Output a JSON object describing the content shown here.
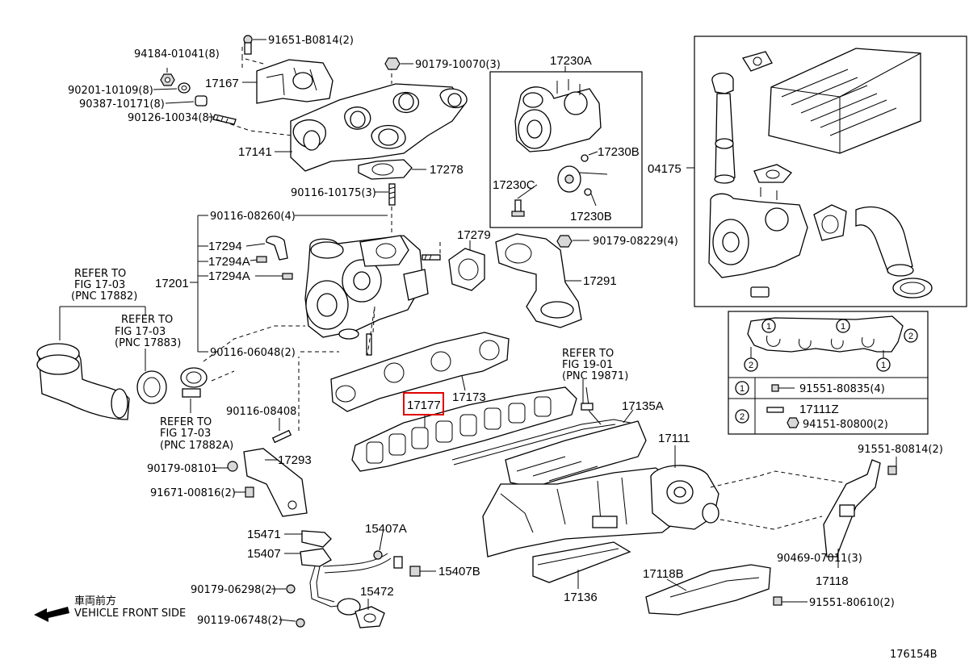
{
  "diagram_id": "176154B",
  "highlight_color": "#e00000",
  "labels": {
    "b_91651": "91651-B0814(2)",
    "b_94184": "94184-01041(8)",
    "b_90201": "90201-10109(8)",
    "b_90387": "90387-10171(8)",
    "b_90126": "90126-10034(8)",
    "p_17167": "17167",
    "b_90179_10070": "90179-10070(3)",
    "p_17141": "17141",
    "p_17278": "17278",
    "b_90116_10175": "90116-10175(3)",
    "b_90116_08260": "90116-08260(4)",
    "p_17294": "17294",
    "p_17294a_1": "17294A",
    "p_17294a_2": "17294A",
    "p_17201": "17201",
    "b_90116_06048": "90116-06048(2)",
    "p_17279": "17279",
    "b_90179_08229": "90179-08229(4)",
    "p_17291": "17291",
    "p_17230a": "17230A",
    "p_17230b_1": "17230B",
    "p_17230c": "17230C",
    "p_17230b_2": "17230B",
    "p_04175": "04175",
    "ref1_l1": "REFER TO",
    "ref1_l2": "FIG 17-03",
    "ref1_l3": "(PNC 17882)",
    "ref2_l1": "REFER TO",
    "ref2_l2": "FIG 17-03",
    "ref2_l3": "(PNC 17883)",
    "ref3_l1": "REFER TO",
    "ref3_l2": "FIG 17-03",
    "ref3_l3": "(PNC 17882A)",
    "ref4_l1": "REFER TO",
    "ref4_l2": "FIG 19-01",
    "ref4_l3": "(PNC 19871)",
    "p_17177": "17177",
    "p_17173": "17173",
    "p_17135a": "17135A",
    "p_17111": "17111",
    "b_90116_08408": "90116-08408",
    "b_90179_08101": "90179-08101",
    "p_17293": "17293",
    "b_91671": "91671-00816(2)",
    "p_15471": "15471",
    "p_15407a": "15407A",
    "p_15407": "15407",
    "p_15407b": "15407B",
    "b_90179_06298": "90179-06298(2)",
    "p_15472": "15472",
    "b_90119": "90119-06748(2)",
    "p_17136": "17136",
    "p_17118b": "17118B",
    "b_91551_80610": "91551-80610(2)",
    "b_91551_80814": "91551-80814(2)",
    "b_90469": "90469-07011(3)",
    "p_17118": "17118",
    "legend_1_mark": "1",
    "legend_1_part": "91551-80835(4)",
    "legend_2_mark": "2",
    "legend_2_part_a": "17111Z",
    "legend_2_part_b": "94151-80800(2)",
    "gasket_mark_1a": "1",
    "gasket_mark_1b": "1",
    "gasket_mark_1c": "1",
    "gasket_mark_2a": "2",
    "gasket_mark_2b": "2",
    "front_jp": "車両前方",
    "front_en": "VEHICLE FRONT SIDE"
  }
}
